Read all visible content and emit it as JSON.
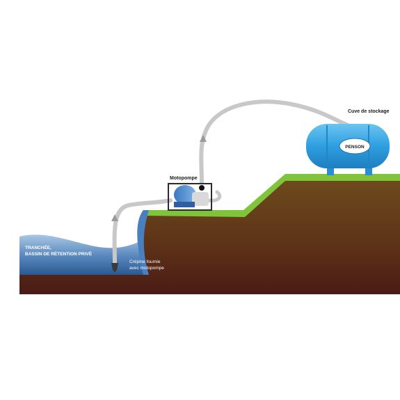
{
  "labels": {
    "water_basin": [
      "TRANCHÉE,",
      "BASSIN DE RÉTENTION PRIVÉ"
    ],
    "strainer": [
      "Crépine fournie",
      "avec motopompe"
    ],
    "motor_pump": "Motopompe",
    "storage_tank": "Cuve de stockage",
    "tank_brand": "PENSON"
  },
  "colors": {
    "water_light": "#8fb6d9",
    "water_dark": "#2a5a94",
    "soil_top": "#6d4a1c",
    "soil_bottom": "#4a1b16",
    "grass": "#7fc43a",
    "tank": "#2e9fe0",
    "hose": "#c8c8c8",
    "pump_frame": "#2b2b2b"
  }
}
